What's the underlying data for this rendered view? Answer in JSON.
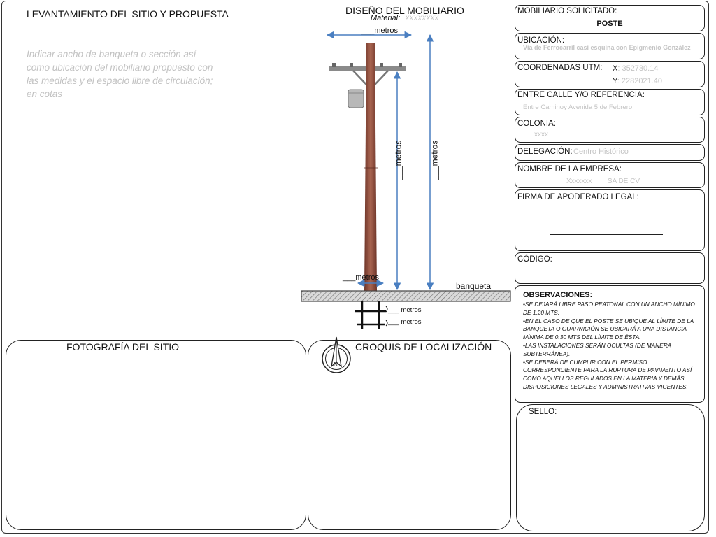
{
  "survey": {
    "title": "LEVANTAMIENTO DEL SITIO Y PROPUESTA",
    "instructions": "Indicar ancho de banqueta o sección así como ubicación del mobiliario propuesto con las medidas y el espacio libre de circulación; en cotas"
  },
  "design": {
    "title": "DISEÑO DEL MOBILIARIO",
    "material_label": "Material:",
    "material_value": "XXXXXXXX",
    "top_width": "___metros",
    "height_left": "___metros",
    "height_right": "___metros",
    "base_width": "___metros",
    "sidewalk_label": "banqueta",
    "depth_1": "___ metros",
    "depth_2": "___ metros"
  },
  "photo": {
    "title": "FOTOGRAFÍA DEL SITIO"
  },
  "sketch": {
    "title": "CROQUIS DE LOCALIZACIÓN",
    "north_letter": "N"
  },
  "form": {
    "mobiliario_label": "MOBILIARIO SOLICITADO:",
    "mobiliario_value": "POSTE",
    "ubicacion_label": "UBICACIÓN:",
    "ubicacion_value": "Vía de Ferrocarril casi esquina con Epigmenio González",
    "utm_label": "COORDENADAS UTM:",
    "utm_x_label": "X",
    "utm_x_value": ": 352730.14",
    "utm_y_label": "Y",
    "utm_y_value": ": 2282021.40",
    "calle_label": "ENTRE CALLE Y/O REFERENCIA:",
    "calle_value": "Entre Caminoy Avenida 5 de Febrero",
    "colonia_label": "COLONIA:",
    "colonia_value": "xxxx",
    "delegacion_label": "DELEGACIÓN:",
    "delegacion_value": "Centro Histórico",
    "empresa_label": "NOMBRE DE LA EMPRESA:",
    "empresa_value": "Xxxxxxx        SA DE CV",
    "firma_label": "FIRMA DE APODERADO LEGAL:",
    "codigo_label": "CÓDIGO:",
    "sello_label": "SELLO:"
  },
  "observations": {
    "title": "OBSERVACIONES:",
    "items": [
      "•SE DEJARÁ LIBRE PASO PEATONAL CON UN ANCHO MÍNIMO DE 1.20 MTS.",
      "•EN EL CASO DE QUE EL POSTE SE UBIQUE AL LÍMITE DE LA BANQUETA O GUARNICIÓN SE UBICARÁ A UNA DISTANCIA MÍNIMA DE 0.30 MTS DEL LÍMITE DE ÉSTA.",
      "•LAS INSTALACIONES SERÁN OCULTAS (DE MANERA SUBTERRÁNEA).",
      "•SE DEBERÁ DE CUMPLIR CON EL PERMISO CORRESPONDIENTE PARA LA RUPTURA DE PAVIMENTO ASÍ COMO AQUELLOS REGULADOS EN LA MATERIA Y DEMÁS DISPOSICIONES LEGALES Y ADMINISTRATIVAS VIGENTES."
    ]
  },
  "colors": {
    "dimension_arrow": "#4a7fc1",
    "pole": "#8b4a3a",
    "hatch": "#888888"
  }
}
